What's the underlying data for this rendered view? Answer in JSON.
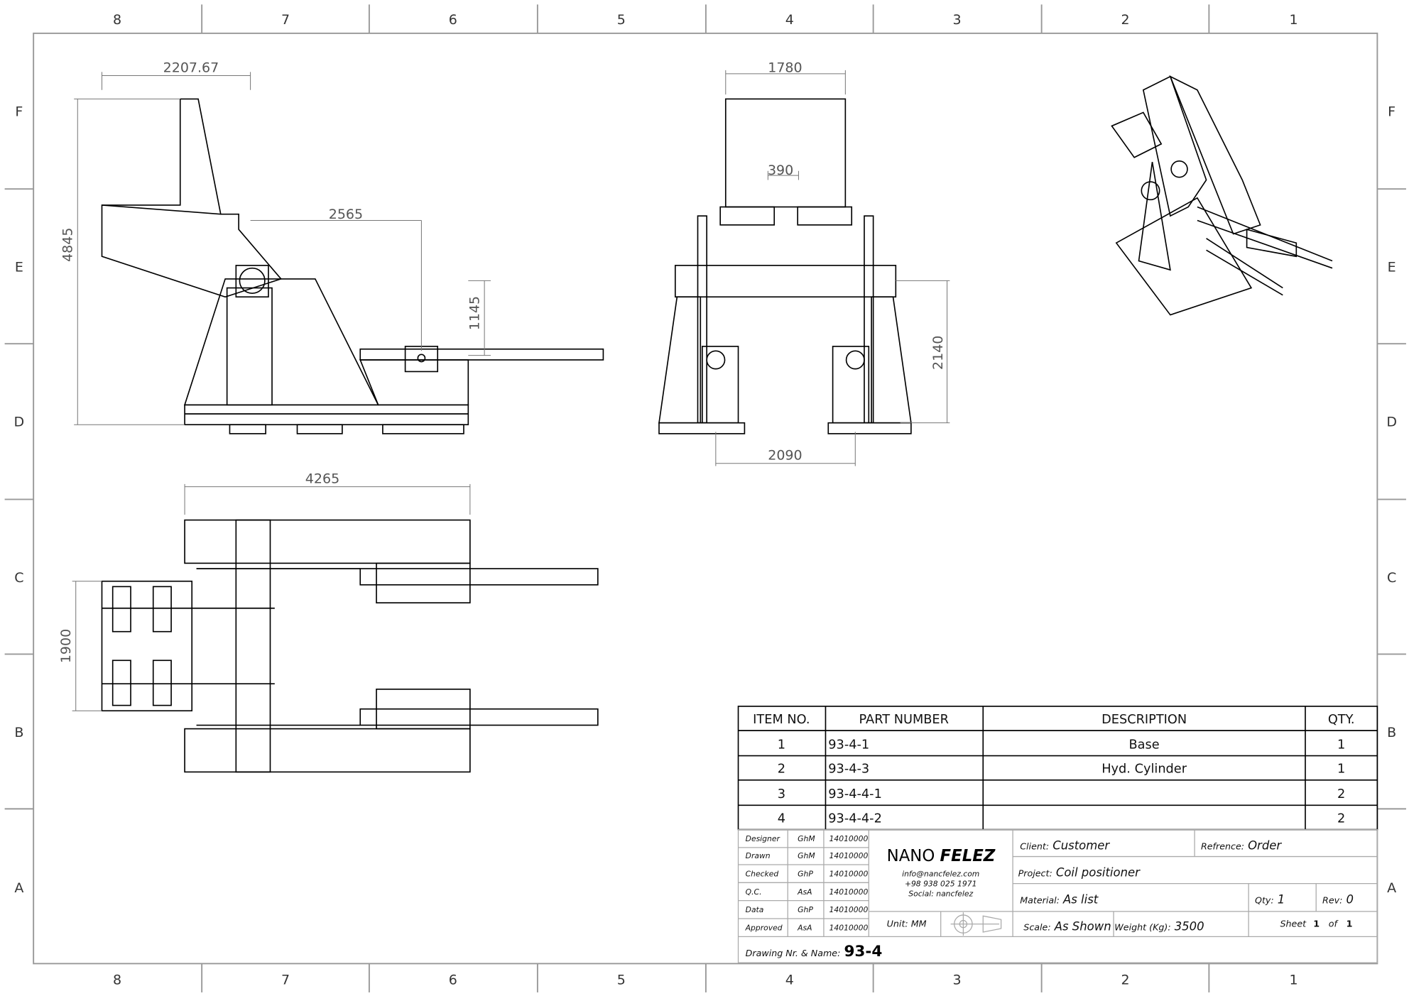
{
  "zones": {
    "columns": [
      "8",
      "7",
      "6",
      "5",
      "4",
      "3",
      "2",
      "1"
    ],
    "rows": [
      "F",
      "E",
      "D",
      "C",
      "B",
      "A"
    ]
  },
  "dimensions": {
    "side_width": "2207.67",
    "side_height": "4845",
    "side_arm": "2565",
    "side_arm_height": "1145",
    "front_top": "1780",
    "front_gap": "390",
    "front_height": "2140",
    "front_base": "2090",
    "top_length": "4265",
    "top_width": "1900"
  },
  "bom": {
    "headers": [
      "ITEM NO.",
      "PART NUMBER",
      "DESCRIPTION",
      "QTY."
    ],
    "rows": [
      {
        "item": "1",
        "part": "93-4-1",
        "desc": "Base",
        "qty": "1"
      },
      {
        "item": "2",
        "part": "93-4-3",
        "desc": "Hyd. Cylinder",
        "qty": "1"
      },
      {
        "item": "3",
        "part": "93-4-4-1",
        "desc": "",
        "qty": "2"
      },
      {
        "item": "4",
        "part": "93-4-4-2",
        "desc": "",
        "qty": "2"
      }
    ]
  },
  "title_block": {
    "signoffs": [
      {
        "role": "Designer",
        "who": "GhM",
        "date": "14010000"
      },
      {
        "role": "Drawn",
        "who": "GhM",
        "date": "14010000"
      },
      {
        "role": "Checked",
        "who": "GhP",
        "date": "14010000"
      },
      {
        "role": "Q.C.",
        "who": "AsA",
        "date": "14010000"
      },
      {
        "role": "Data",
        "who": "GhP",
        "date": "14010000"
      },
      {
        "role": "Approved",
        "who": "AsA",
        "date": "14010000"
      }
    ],
    "company_a": "NANO",
    "company_b": "FELEZ",
    "email": "info@nancfelez.com",
    "phone": "+98 938 025 1971",
    "social": "Social: nancfelez",
    "unit": "Unit: MM",
    "client_label": "Client:",
    "client": "Customer",
    "reference_label": "Refrence:",
    "reference": "Order",
    "project_label": "Project:",
    "project": "Coil positioner",
    "material_label": "Material:",
    "material": "As list",
    "qty_label": "Qty:",
    "qty": "1",
    "rev_label": "Rev:",
    "rev": "0",
    "scale_label": "Scale:",
    "scale": "As Shown",
    "weight_label": "Weight (Kg):",
    "weight": "3500",
    "sheet_label": "Sheet",
    "sheet": "1",
    "of_label": "of",
    "sheets": "1",
    "drawing_label": "Drawing Nr. & Name:",
    "drawing": "93-4"
  }
}
